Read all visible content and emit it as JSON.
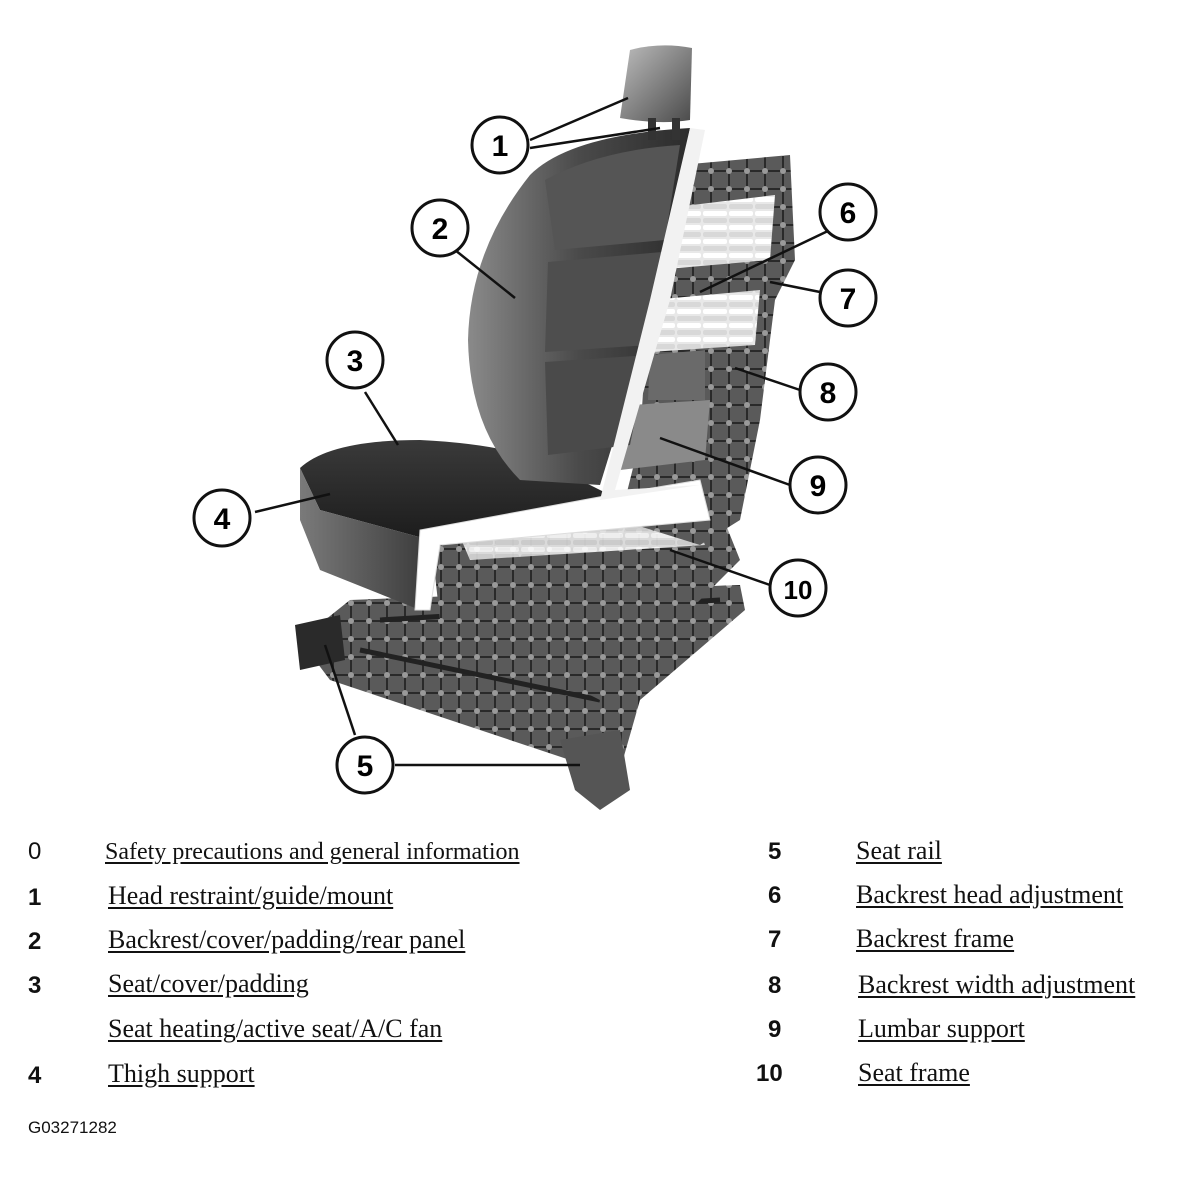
{
  "figure_id": "G03271282",
  "callouts": [
    {
      "num": "1"
    },
    {
      "num": "2"
    },
    {
      "num": "3"
    },
    {
      "num": "4"
    },
    {
      "num": "5"
    },
    {
      "num": "6"
    },
    {
      "num": "7"
    },
    {
      "num": "8"
    },
    {
      "num": "9"
    },
    {
      "num": "10"
    }
  ],
  "legend": {
    "left": [
      {
        "num": "0",
        "text": "Safety precautions and general information"
      },
      {
        "num": "1",
        "text": "Head restraint/guide/mount"
      },
      {
        "num": "2",
        "text": "Backrest/cover/padding/rear panel"
      },
      {
        "num": "3",
        "text": "Seat/cover/padding"
      },
      {
        "num": "",
        "text": "Seat heating/active seat/A/C fan"
      },
      {
        "num": "4",
        "text": "Thigh support"
      }
    ],
    "right": [
      {
        "num": "5",
        "text": "Seat rail"
      },
      {
        "num": "6",
        "text": "Backrest head adjustment"
      },
      {
        "num": "7",
        "text": "Backrest frame"
      },
      {
        "num": "8",
        "text": "Backrest width adjustment"
      },
      {
        "num": "9",
        "text": "Lumbar support"
      },
      {
        "num": "10",
        "text": "Seat frame"
      }
    ]
  }
}
